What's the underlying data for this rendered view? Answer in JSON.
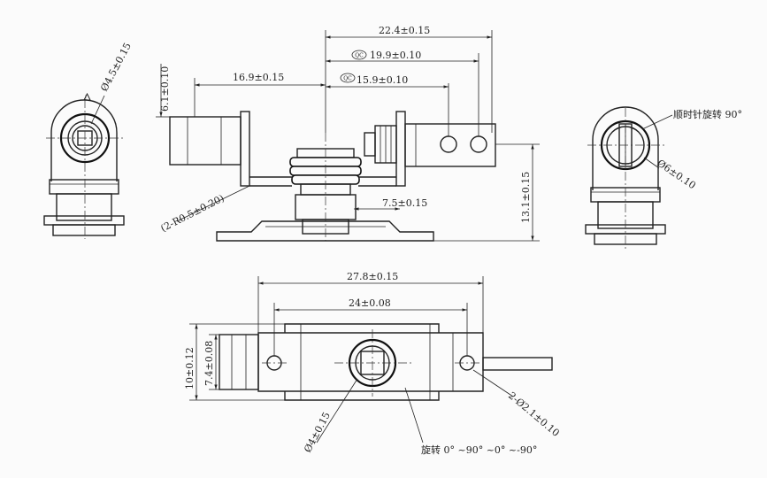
{
  "dimensions": {
    "d_22_4": "22.4±0.15",
    "d_19_9": "19.9±0.10",
    "d_15_9": "15.9±0.10",
    "d_16_9": "16.9±0.15",
    "d_6_1": "6.1±0.10",
    "d_dia45": "Ø4.5±0.15",
    "d_r05": "(2-R0.5±0.20)",
    "d_7_5": "7.5±0.15",
    "d_13_1": "13.1±0.15",
    "d_dia6": "Ø6±0.10",
    "d_27_8": "27.8±0.15",
    "d_24": "24±0.08",
    "d_10": "10±0.12",
    "d_7_4": "7.4±0.08",
    "d_dia4": "Ø4±0.15",
    "d_2dia21": "2-Ø2.1±0.10"
  },
  "notes": {
    "qc_badge": "QC",
    "warning_mark": "!",
    "rotate_cw": "顺时针旋转 90°",
    "rotation_range": "旋转 0° ~90° ~0° ~-90°"
  }
}
